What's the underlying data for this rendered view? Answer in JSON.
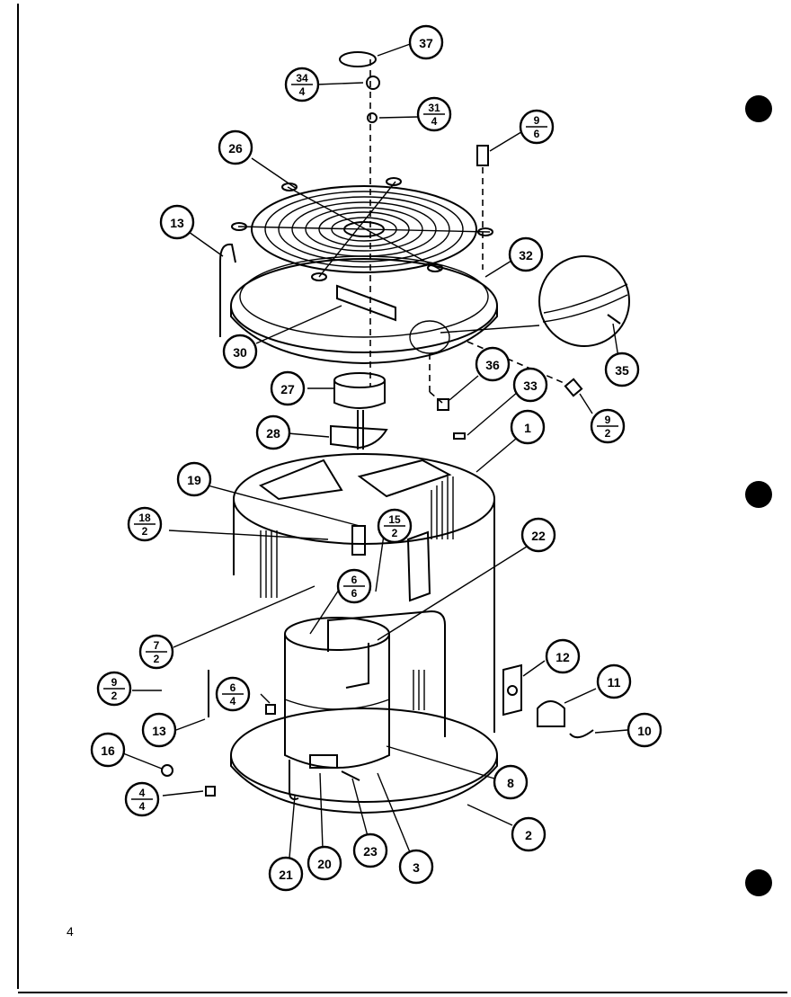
{
  "page_number": "4",
  "callouts": [
    {
      "id": "c37",
      "top": "37"
    },
    {
      "id": "c34",
      "top": "34",
      "bottom": "4"
    },
    {
      "id": "c31",
      "top": "31",
      "bottom": "4"
    },
    {
      "id": "c9a",
      "top": "9",
      "bottom": "6"
    },
    {
      "id": "c26",
      "top": "26"
    },
    {
      "id": "c13a",
      "top": "13"
    },
    {
      "id": "c32",
      "top": "32"
    },
    {
      "id": "c30",
      "top": "30"
    },
    {
      "id": "c35",
      "top": "35"
    },
    {
      "id": "c36",
      "top": "36"
    },
    {
      "id": "c27",
      "top": "27"
    },
    {
      "id": "c33",
      "top": "33"
    },
    {
      "id": "c9b",
      "top": "9",
      "bottom": "2"
    },
    {
      "id": "c28",
      "top": "28"
    },
    {
      "id": "c1",
      "top": "1"
    },
    {
      "id": "c19",
      "top": "19"
    },
    {
      "id": "c18",
      "top": "18",
      "bottom": "2"
    },
    {
      "id": "c15",
      "top": "15",
      "bottom": "2"
    },
    {
      "id": "c22",
      "top": "22"
    },
    {
      "id": "c6a",
      "top": "6",
      "bottom": "6"
    },
    {
      "id": "c7",
      "top": "7",
      "bottom": "2"
    },
    {
      "id": "c12",
      "top": "12"
    },
    {
      "id": "c9c",
      "top": "9",
      "bottom": "2"
    },
    {
      "id": "c6b",
      "top": "6",
      "bottom": "4"
    },
    {
      "id": "c11",
      "top": "11"
    },
    {
      "id": "c13b",
      "top": "13"
    },
    {
      "id": "c10",
      "top": "10"
    },
    {
      "id": "c16",
      "top": "16"
    },
    {
      "id": "c8",
      "top": "8"
    },
    {
      "id": "c4",
      "top": "4",
      "bottom": "4"
    },
    {
      "id": "c2",
      "top": "2"
    },
    {
      "id": "c21",
      "top": "21"
    },
    {
      "id": "c20",
      "top": "20"
    },
    {
      "id": "c23",
      "top": "23"
    },
    {
      "id": "c3",
      "top": "3"
    }
  ]
}
